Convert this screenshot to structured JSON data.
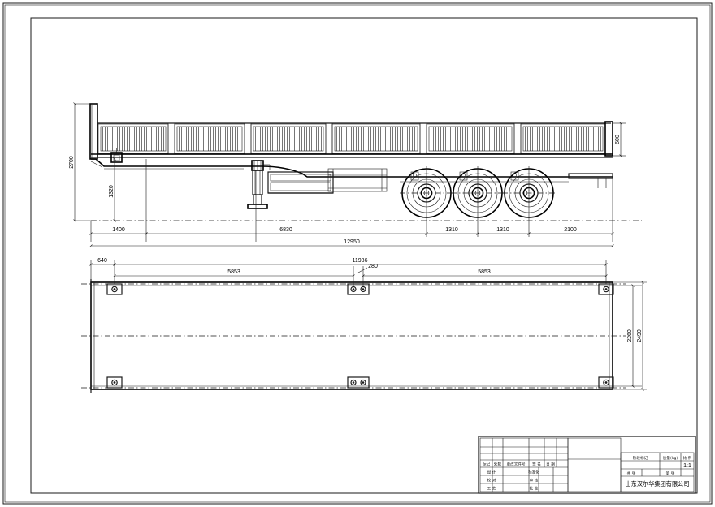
{
  "drawing": {
    "title": "Flatbed semi-trailer general arrangement drawing",
    "sheet_size": "880x625",
    "line_color": "#1a1a1a",
    "background": "#ffffff"
  },
  "side_view": {
    "name": "side-elevation",
    "dimensions": {
      "overall_length": "12950",
      "chain": [
        "1400",
        "6830",
        "1310",
        "1310",
        "2100"
      ],
      "overall_height": "2700",
      "deck_height": "1320",
      "sideboard_height": "600"
    },
    "features": {
      "sideboard_panels": 6,
      "axle_count": 3,
      "wheel_count": 3,
      "landing_gear": "landing-gear",
      "toolbox": "tool-box",
      "kingpin": "king-pin"
    }
  },
  "top_view": {
    "name": "plan-view",
    "dimensions": {
      "front_offset": "640",
      "overall_inner": "11986",
      "center_gap": "280",
      "left_span": "5853",
      "right_span": "5853",
      "inner_width": "2260",
      "outer_width": "2490"
    },
    "features": {
      "twist_lock_corner_fittings": 4,
      "twist_lock_mid_fittings": 4
    }
  },
  "title_block": {
    "company": "山东汉尔华集团有限公司",
    "scale_label": "比 例",
    "scale_value": "1:1",
    "weight_label": "质量(kg)",
    "stage_label": "阶段标记",
    "rev_headers": [
      "标记",
      "处数",
      "更改文件号",
      "签 名",
      "日 期"
    ],
    "rev_rows": [
      [
        "设 计",
        "",
        "标准化",
        ""
      ],
      [
        "校 对",
        "",
        "审 核",
        ""
      ],
      [
        "工 艺",
        "",
        "批 准",
        ""
      ]
    ],
    "footer_cells": [
      "共 张",
      "第 张"
    ]
  }
}
